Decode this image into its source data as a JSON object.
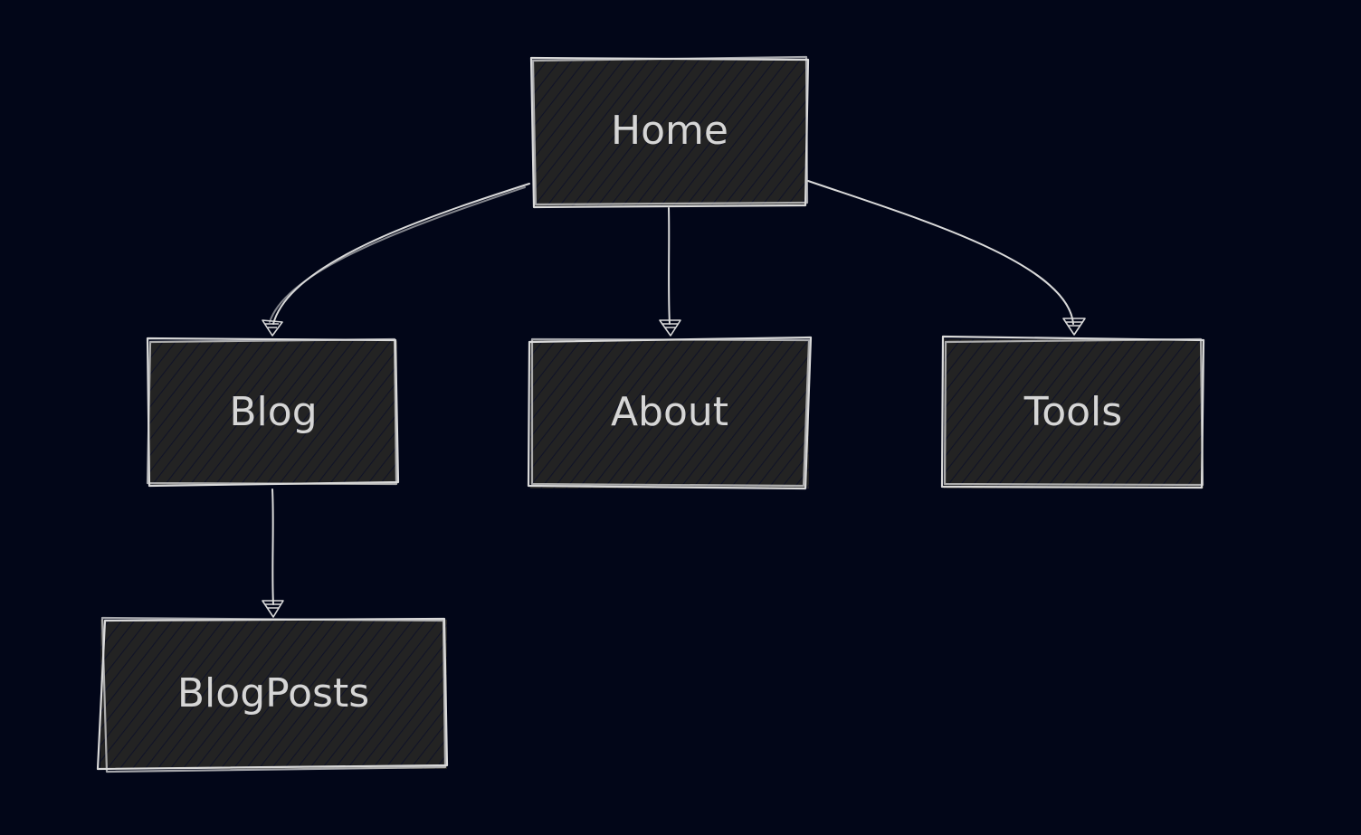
{
  "colors": {
    "background": "#020618",
    "node_fill": "#232323",
    "hatch": "#101326",
    "stroke": "#d9d9d9",
    "text": "#d6d6d6"
  },
  "nodes": {
    "home": {
      "label": "Home"
    },
    "blog": {
      "label": "Blog"
    },
    "about": {
      "label": "About"
    },
    "tools": {
      "label": "Tools"
    },
    "blogposts": {
      "label": "BlogPosts"
    }
  },
  "edges": [
    {
      "from": "Home",
      "to": "Blog"
    },
    {
      "from": "Home",
      "to": "About"
    },
    {
      "from": "Home",
      "to": "Tools"
    },
    {
      "from": "Blog",
      "to": "BlogPosts"
    }
  ]
}
